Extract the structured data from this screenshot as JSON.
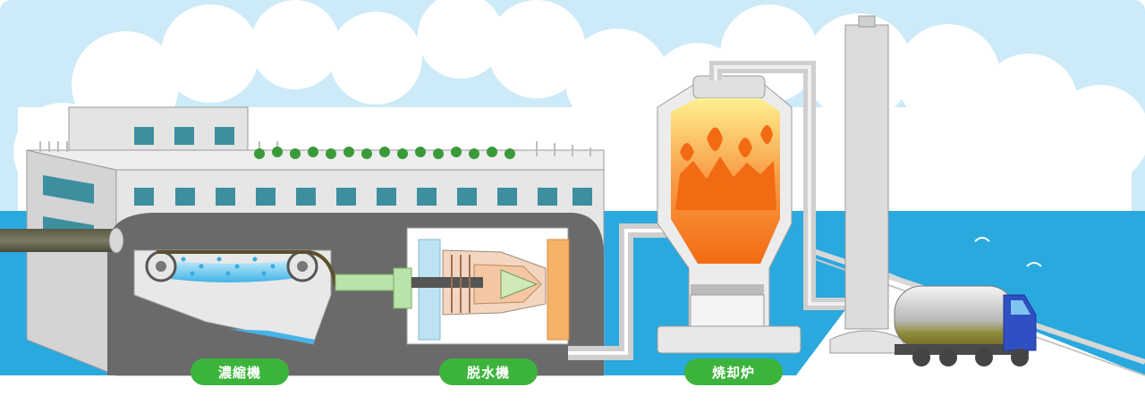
{
  "labels": {
    "thickener": "濃縮機",
    "dehydrator": "脱水機",
    "incinerator": "焼却炉"
  },
  "colors": {
    "sky": "#cdeaf8",
    "cloud": "#ffffff",
    "sea": "#2aa9df",
    "building": "#e6e6e6",
    "window": "#3d8fa0",
    "pit": "#6a6a6a",
    "pipe_green": "#b9e3a8",
    "flame_top": "#fde98a",
    "flame_bottom": "#f26b12",
    "label_green": "#3cb43c",
    "truck_cab": "#2f4fc2"
  },
  "icons": [
    "cloud-icon",
    "wave-icon",
    "water-drop-icon",
    "flame-icon",
    "truck-icon"
  ]
}
